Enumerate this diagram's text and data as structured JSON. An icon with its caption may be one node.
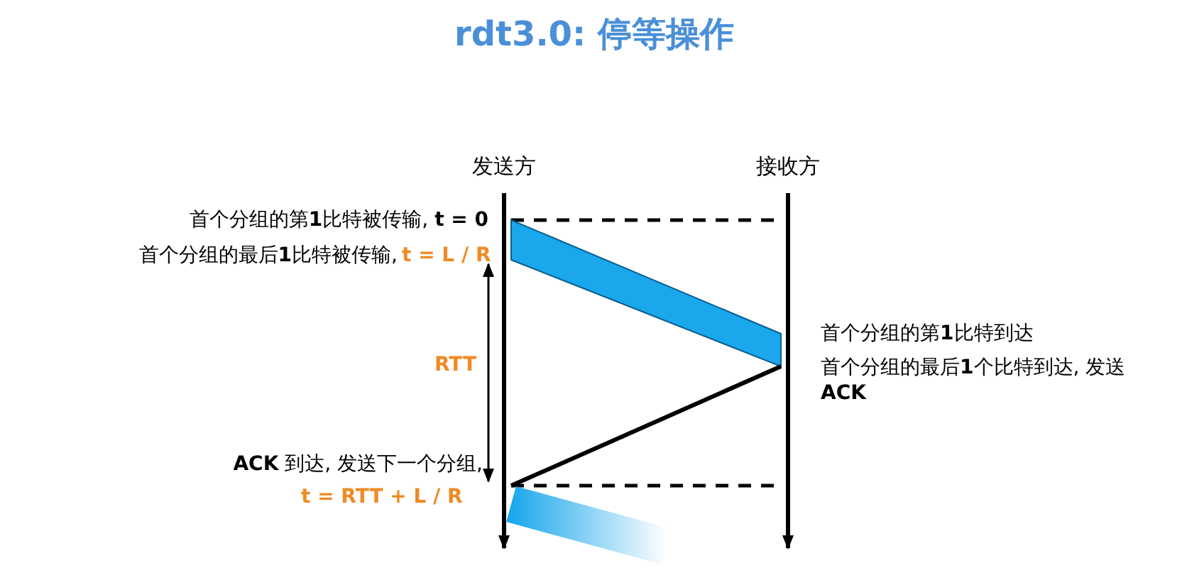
{
  "diagram": {
    "title": "rdt3.0: 停等操作",
    "nodes": [
      {
        "text": [
          "发送方"
        ]
      },
      {
        "text": [
          "接收方"
        ]
      }
    ],
    "edges": [
      {
        "from": 0,
        "to": 1,
        "arrow": "none",
        "style": "dashed"
      },
      {
        "from": 0,
        "to": 1,
        "arrow": "none",
        "style": "thick",
        "color": "#1aa7ec"
      },
      {
        "from": 1,
        "to": 0,
        "arrow": "none"
      },
      {
        "from": 0,
        "to": 1,
        "arrow": "none",
        "style": "dashed"
      },
      {
        "from": 0,
        "to": null,
        "arrow": "none",
        "style": "thick",
        "color": "#1aa7ec"
      }
    ],
    "labels": [
      "首个分组的第**1**比特被传输, **t = 0**",
      "首个分组的最后**1**比特被传输,",
      "t = L / R",
      "首个分组的第**1**比特到达",
      "RTT",
      "首个分组的最后**1**个比特到达, 发送 **ACK**",
      "**ACK** 到达, 发送下一个分组,",
      "t = RTT + L / R"
    ]
  }
}
